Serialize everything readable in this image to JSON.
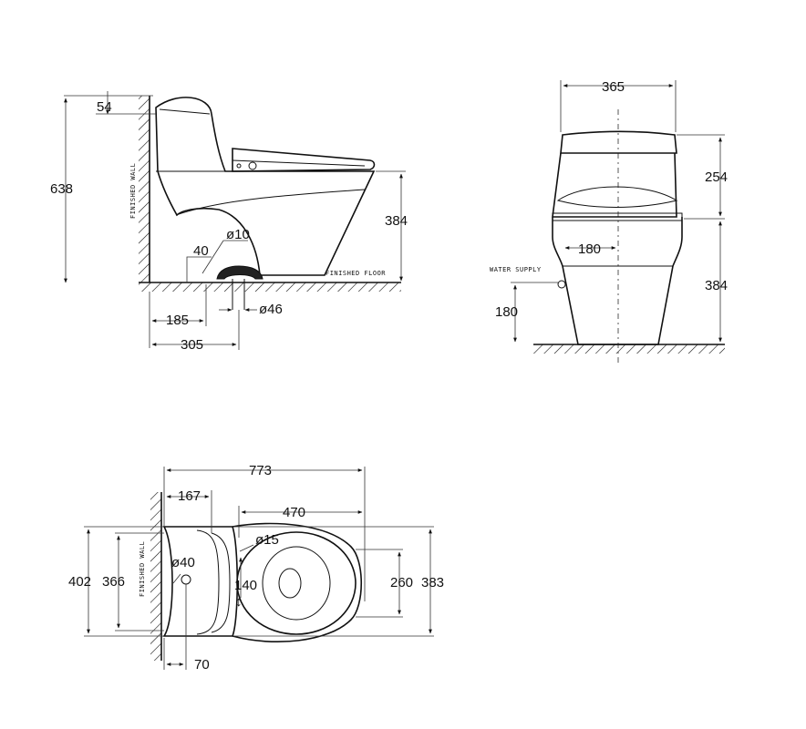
{
  "labels": {
    "finished_wall_side": "FINISHED WALL",
    "finished_floor": "FINISHED FLOOR",
    "water_supply": "WATER SUPPLY",
    "finished_wall_top": "FINISHED WALL"
  },
  "side_view": {
    "height_total": "638",
    "wall_offset": "54",
    "bowl_height": "384",
    "inlet_height": "40",
    "inlet_dia": "ø10",
    "outlet_dia": "ø46",
    "outlet_from_wall": "185",
    "total_rough": "305"
  },
  "front_view": {
    "width": "365",
    "seat_height": "254",
    "bowl_height": "384",
    "supply_offset": "180",
    "supply_height": "180"
  },
  "top_view": {
    "length": "773",
    "tank_depth": "167",
    "bowl_length": "470",
    "supply_dia": "ø15",
    "drain_dia": "ø40",
    "supply_offset": "140",
    "width_total": "402",
    "width_inner": "366",
    "seat_width": "260",
    "bowl_width": "383",
    "drain_from_wall": "70"
  }
}
